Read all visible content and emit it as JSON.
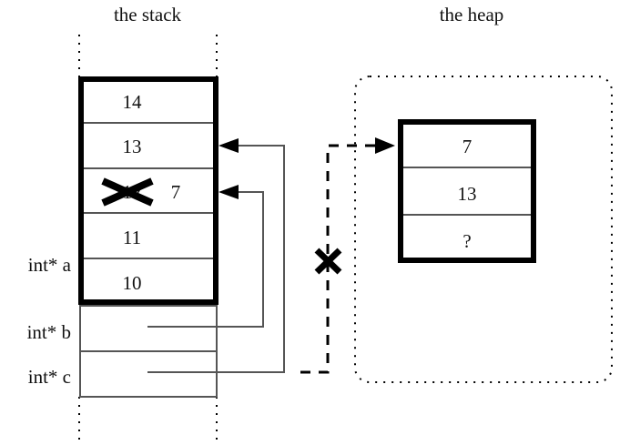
{
  "diagram": {
    "title_stack": "the stack",
    "title_heap": "the heap"
  },
  "stack": {
    "active_frame_cells": [
      {
        "value": "14"
      },
      {
        "value": "13"
      },
      {
        "value": "12",
        "struck": true,
        "replacement": "7"
      },
      {
        "value": "11"
      },
      {
        "value": "10"
      }
    ],
    "variable_labels": [
      {
        "label": "int* a"
      },
      {
        "label": "int* b"
      },
      {
        "label": "int* c"
      }
    ],
    "pointer_cells": [
      {
        "name": "b-pointer-cell",
        "target": "stack-cell-7"
      },
      {
        "name": "c-pointer-cell",
        "target": "stack-cell-13"
      }
    ]
  },
  "heap": {
    "block_cells": [
      {
        "value": "7"
      },
      {
        "value": "13"
      },
      {
        "value": "?"
      }
    ]
  },
  "annotations": {
    "strike_mark": "✕",
    "invalid_pointer_mark": "✕"
  },
  "colors": {
    "ink": "#000000",
    "thin_line": "#555555",
    "background": "#ffffff"
  }
}
